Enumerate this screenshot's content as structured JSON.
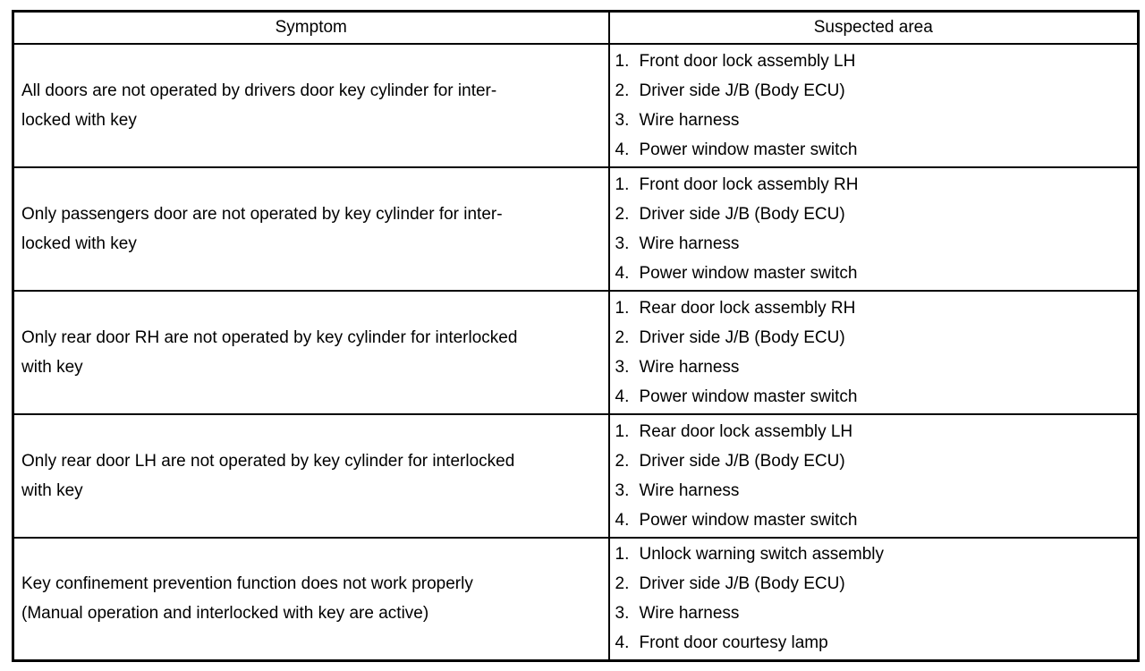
{
  "colors": {
    "background": "#ffffff",
    "border": "#000000",
    "text": "#000000"
  },
  "table": {
    "headers": {
      "symptom": "Symptom",
      "suspected_area": "Suspected area"
    },
    "rows": [
      {
        "symptom": "All doors are not operated by drivers door key cylinder for inter-\nlocked with key",
        "suspected": [
          {
            "n": "1.",
            "t": "Front door lock assembly LH"
          },
          {
            "n": "2.",
            "t": "Driver side J/B (Body ECU)"
          },
          {
            "n": "3.",
            "t": "Wire harness"
          },
          {
            "n": "4.",
            "t": "Power window master switch"
          }
        ]
      },
      {
        "symptom": "Only passengers door are not operated by key cylinder for inter-\nlocked with key",
        "suspected": [
          {
            "n": "1.",
            "t": "Front door lock assembly RH"
          },
          {
            "n": "2.",
            "t": "Driver side J/B (Body ECU)"
          },
          {
            "n": "3.",
            "t": "Wire harness"
          },
          {
            "n": "4.",
            "t": "Power window master switch"
          }
        ]
      },
      {
        "symptom": "Only rear door RH are not operated by key cylinder for interlocked\nwith key",
        "suspected": [
          {
            "n": "1.",
            "t": "Rear door lock assembly RH"
          },
          {
            "n": "2.",
            "t": "Driver side J/B (Body ECU)"
          },
          {
            "n": "3.",
            "t": "Wire harness"
          },
          {
            "n": "4.",
            "t": "Power window master switch"
          }
        ]
      },
      {
        "symptom": "Only rear door LH are not operated by key cylinder for interlocked\nwith key",
        "suspected": [
          {
            "n": "1.",
            "t": "Rear door lock assembly LH"
          },
          {
            "n": "2.",
            "t": "Driver side J/B (Body ECU)"
          },
          {
            "n": "3.",
            "t": "Wire harness"
          },
          {
            "n": "4.",
            "t": "Power window master switch"
          }
        ]
      },
      {
        "symptom": "Key confinement prevention function does not work properly\n(Manual operation and interlocked with key are active)",
        "suspected": [
          {
            "n": "1.",
            "t": "Unlock warning switch assembly"
          },
          {
            "n": "2.",
            "t": "Driver side J/B (Body ECU)"
          },
          {
            "n": "3.",
            "t": "Wire harness"
          },
          {
            "n": "4.",
            "t": "Front door courtesy lamp"
          }
        ]
      }
    ]
  }
}
